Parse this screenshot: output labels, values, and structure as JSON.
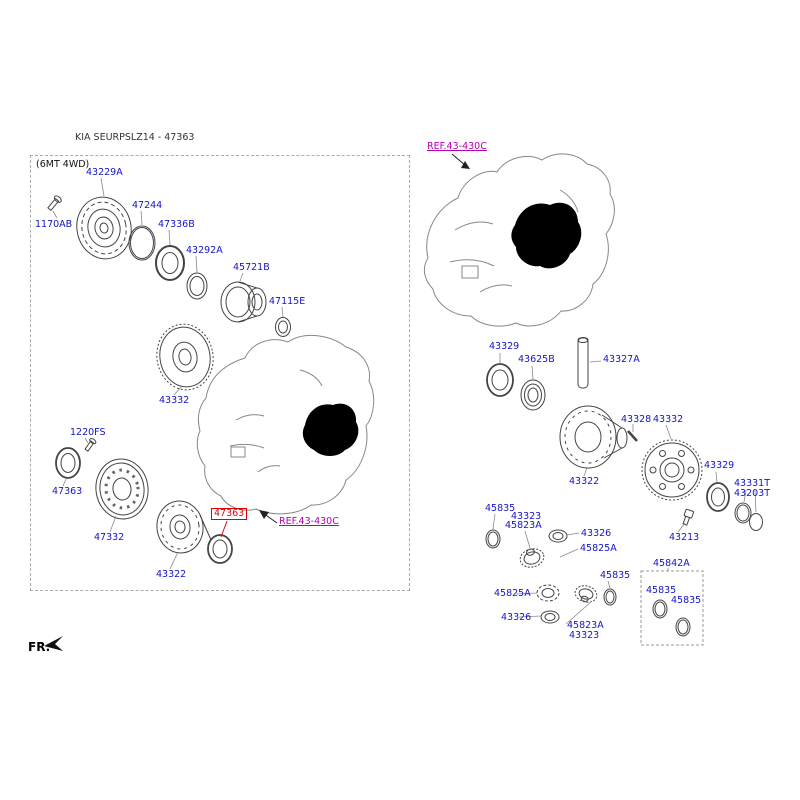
{
  "header": {
    "title": "KIA SEURPSLZ14 - 47363"
  },
  "left_panel": {
    "variant": "(6MT 4WD)",
    "ref": "REF.43-430C",
    "highlight": "47363",
    "labels": [
      "43229A",
      "1170AB",
      "47244",
      "47336B",
      "43292A",
      "45721B",
      "47115E",
      "43332",
      "1220FS",
      "47363",
      "47332",
      "43322"
    ]
  },
  "right_panel": {
    "ref": "REF.43-430C",
    "labels": [
      "43329",
      "43625B",
      "43327A",
      "43328",
      "43332",
      "43322",
      "43329",
      "43331T",
      "43203T",
      "43213",
      "45835",
      "43323",
      "45823A",
      "43326",
      "45825A",
      "45835",
      "45842A",
      "45825A",
      "43326",
      "45823A",
      "43323",
      "45835",
      "45835"
    ]
  },
  "footer": {
    "fr": "FR."
  },
  "colors": {
    "part_label": "#1414c8",
    "ref_link": "#b300b3",
    "highlight": "#e00000"
  }
}
